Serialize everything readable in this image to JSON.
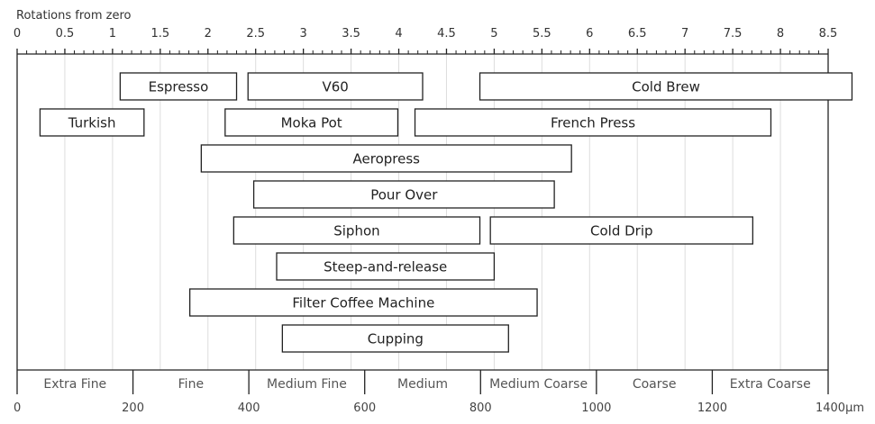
{
  "chart_data": {
    "type": "bar",
    "axis_title": "Rotations from zero",
    "xlim": [
      0,
      8.5
    ],
    "x_ticks": [
      "0",
      "0.5",
      "1",
      "1.5",
      "2",
      "2.5",
      "3",
      "3.5",
      "4",
      "4.5",
      "5",
      "5.5",
      "6",
      "6.5",
      "7",
      "7.5",
      "8",
      "8.5"
    ],
    "grid": true,
    "bars": [
      {
        "label": "Espresso",
        "start": 1.08,
        "end": 2.3,
        "row": 0
      },
      {
        "label": "V60",
        "start": 2.42,
        "end": 4.25,
        "row": 0
      },
      {
        "label": "Cold Brew",
        "start": 4.85,
        "end": 8.75,
        "row": 0
      },
      {
        "label": "Turkish",
        "start": 0.24,
        "end": 1.33,
        "row": 1
      },
      {
        "label": "Moka Pot",
        "start": 2.18,
        "end": 3.99,
        "row": 1
      },
      {
        "label": "French Press",
        "start": 4.17,
        "end": 7.9,
        "row": 1
      },
      {
        "label": "Aeropress",
        "start": 1.93,
        "end": 5.81,
        "row": 2
      },
      {
        "label": "Pour Over",
        "start": 2.48,
        "end": 5.63,
        "row": 3
      },
      {
        "label": "Siphon",
        "start": 2.27,
        "end": 4.85,
        "row": 4
      },
      {
        "label": "Cold Drip",
        "start": 4.96,
        "end": 7.71,
        "row": 4
      },
      {
        "label": "Steep-and-release",
        "start": 2.72,
        "end": 5.0,
        "row": 5
      },
      {
        "label": "Filter Coffee Machine",
        "start": 1.81,
        "end": 5.45,
        "row": 6
      },
      {
        "label": "Cupping",
        "start": 2.78,
        "end": 5.15,
        "row": 7
      }
    ],
    "grind_sizes": [
      "Extra Fine",
      "Fine",
      "Medium Fine",
      "Medium",
      "Medium Coarse",
      "Coarse",
      "Extra Coarse"
    ],
    "micron_labels": [
      "0",
      "200",
      "400",
      "600",
      "800",
      "1000",
      "1200",
      "1400µm"
    ],
    "micron_range": [
      0,
      1400
    ]
  }
}
